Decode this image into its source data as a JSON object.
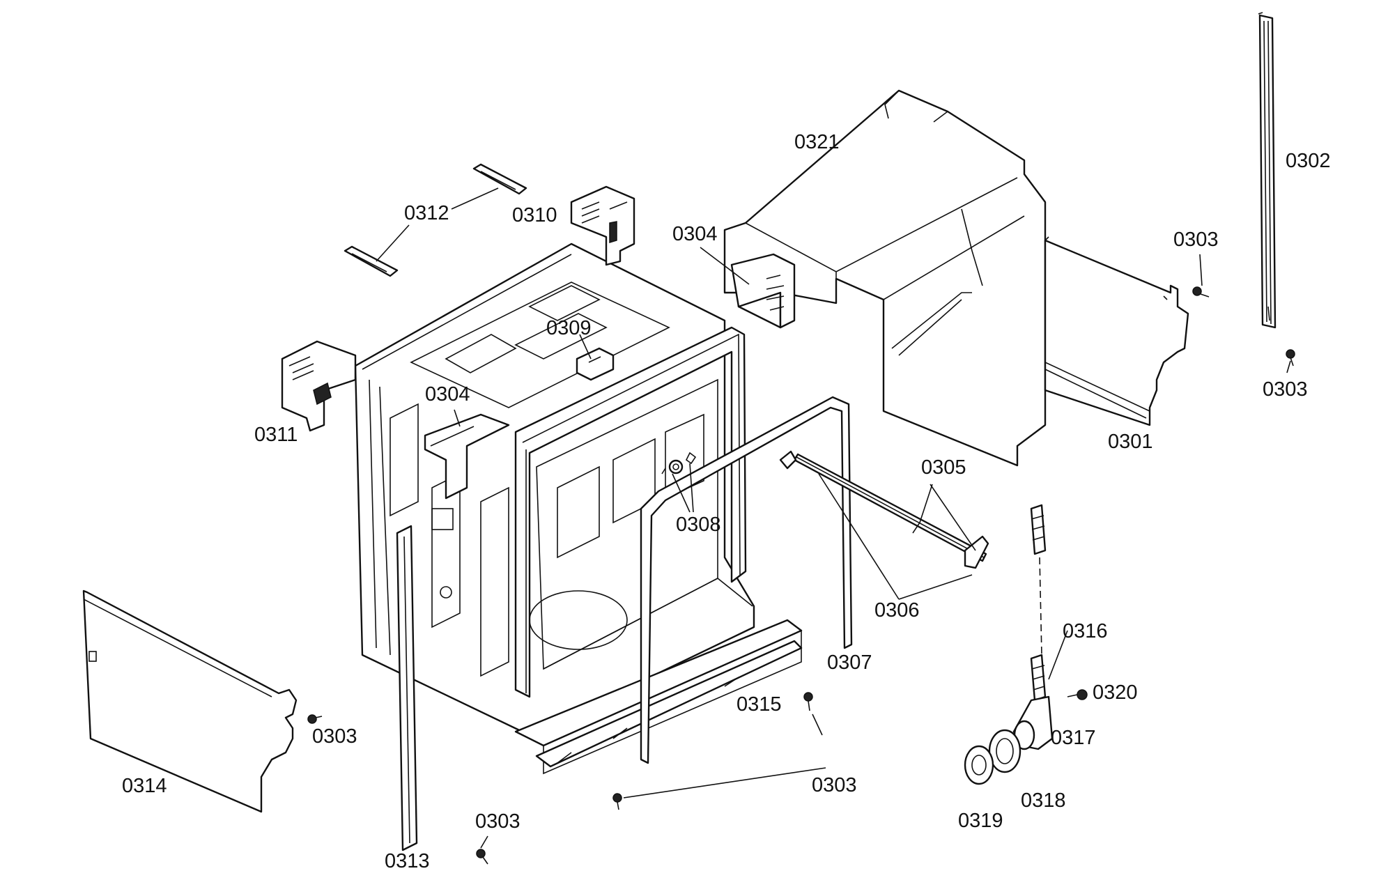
{
  "labels": {
    "p0301": "0301",
    "p0302": "0302",
    "p0303": "0303",
    "p0304": "0304",
    "p0305": "0305",
    "p0306": "0306",
    "p0307": "0307",
    "p0308": "0308",
    "p0309": "0309",
    "p0310": "0310",
    "p0311": "0311",
    "p0312": "0312",
    "p0313": "0313",
    "p0314": "0314",
    "p0315": "0315",
    "p0316": "0316",
    "p0317": "0317",
    "p0318": "0318",
    "p0319": "0319",
    "p0320": "0320",
    "p0321": "0321"
  },
  "colors": {
    "line": "#111111",
    "background": "#ffffff"
  }
}
